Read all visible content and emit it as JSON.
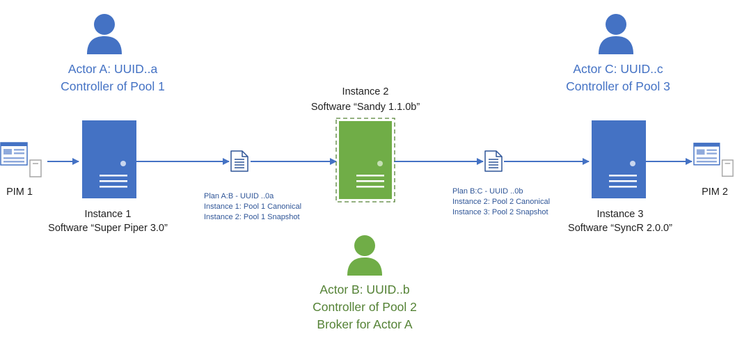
{
  "colors": {
    "blue": "#4472c4",
    "green": "#70ad47",
    "green_dark": "#548235",
    "plan_text": "#2f5597"
  },
  "actor_a": {
    "icon": "person-icon",
    "name": "Actor A: UUID..a",
    "role": "Controller of Pool 1"
  },
  "actor_b": {
    "icon": "person-icon",
    "name": "Actor B: UUID..b",
    "role": "Controller of Pool 2",
    "role2": "Broker for Actor A"
  },
  "actor_c": {
    "icon": "person-icon",
    "name": "Actor C: UUID..c",
    "role": "Controller of Pool 3"
  },
  "instance_1": {
    "icon": "server-icon",
    "name": "Instance 1",
    "software": "Software “Super Piper 3.0”"
  },
  "instance_2": {
    "icon": "server-icon",
    "name": "Instance 2",
    "software": "Software “Sandy 1.1.0b”"
  },
  "instance_3": {
    "icon": "server-icon",
    "name": "Instance 3",
    "software": "Software “SyncR 2.0.0”"
  },
  "pim_1": {
    "icon": "computer-icon",
    "label": "PIM 1"
  },
  "pim_2": {
    "icon": "computer-icon",
    "label": "PIM 2"
  },
  "plan_ab": {
    "icon": "document-icon",
    "lines": [
      "Plan A:B - UUID ..0a",
      "Instance 1: Pool 1 Canonical",
      "Instance 2: Pool 1 Snapshot"
    ]
  },
  "plan_bc": {
    "icon": "document-icon",
    "lines": [
      "Plan B:C - UUID ..0b",
      "Instance 2: Pool 2 Canonical",
      "Instance 3: Pool 2 Snapshot"
    ]
  }
}
